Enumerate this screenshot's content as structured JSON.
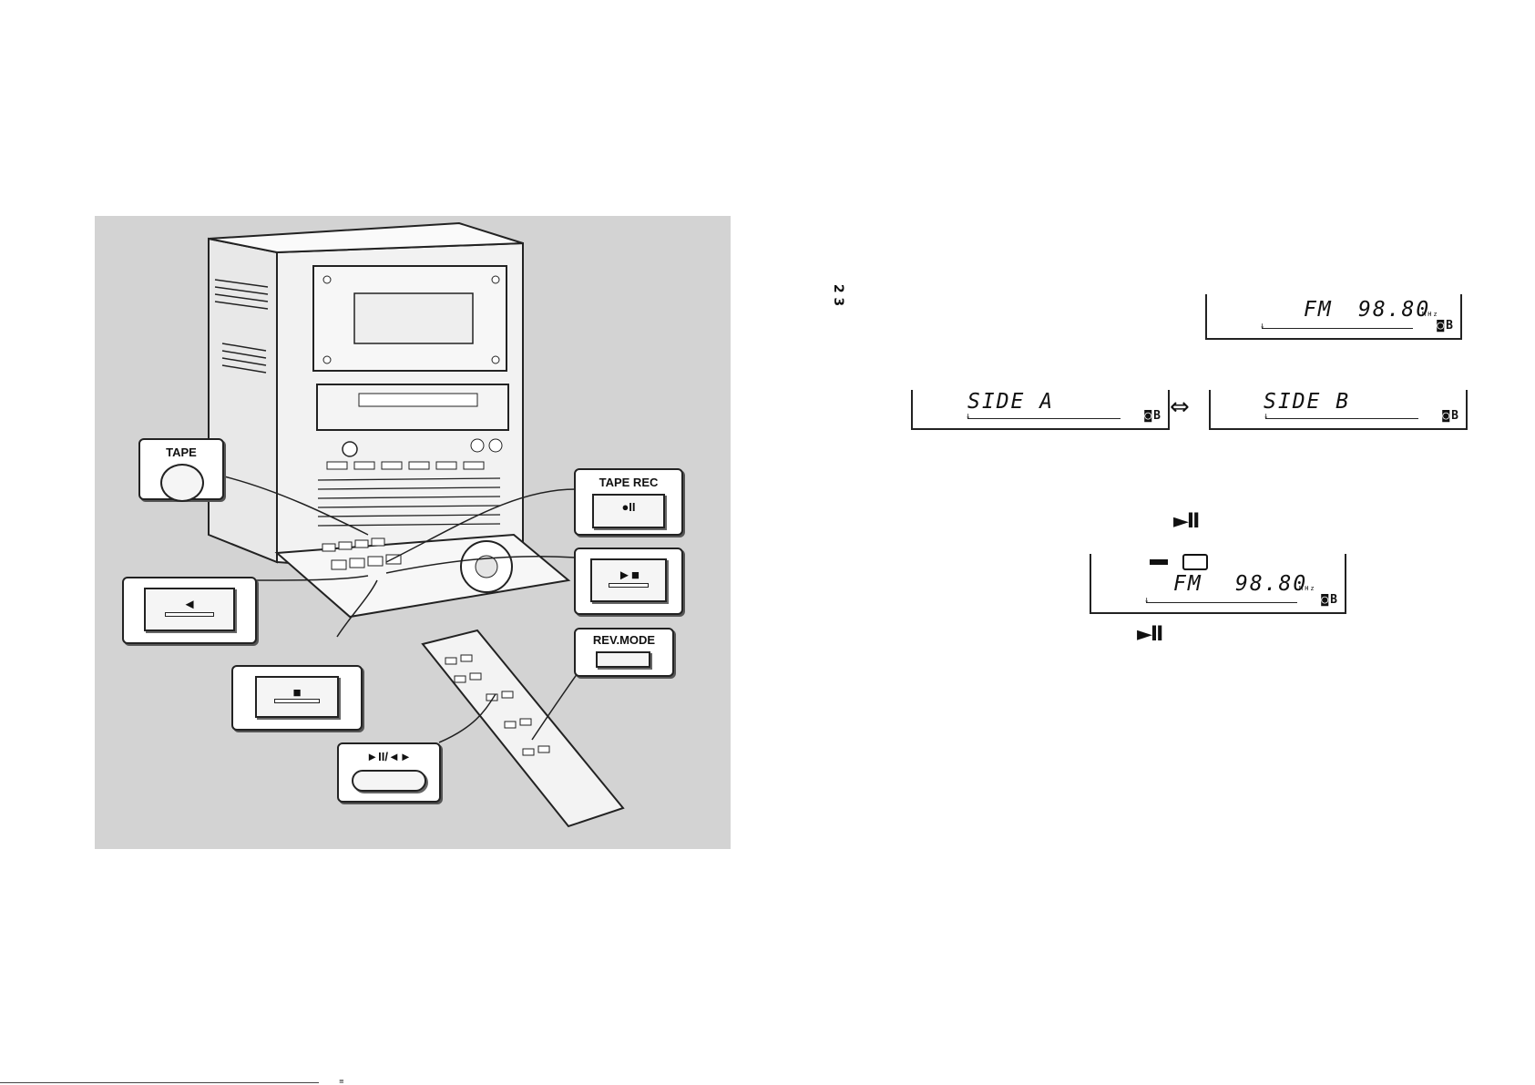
{
  "figure": {
    "callouts": {
      "tape": "TAPE",
      "tape_rec": "TAPE REC",
      "rev_mode": "REV.MODE"
    },
    "key_symbols": {
      "rec_pause": "●II",
      "play_stop": "►■",
      "reverse": "◄",
      "stop": "■",
      "remote_play": "►II/◄►"
    }
  },
  "displays": {
    "tuner_top": {
      "band": "FM",
      "freq": "98.80",
      "unit": "MHz"
    },
    "side_a": "SIDE A",
    "side_b": "SIDE B",
    "recording": {
      "band": "FM",
      "freq": "98.80",
      "unit": "MHz"
    },
    "tape_icon": "◙B"
  },
  "steps": {
    "margin_mark": "2 3",
    "play_pause_1": "►II",
    "play_pause_2": "►II",
    "swap_arrow": "⇔"
  }
}
